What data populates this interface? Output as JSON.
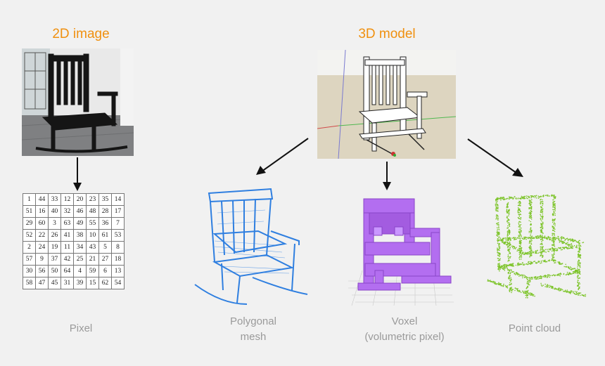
{
  "headings": {
    "image_2d": "2D image",
    "model_3d": "3D model"
  },
  "captions": {
    "pixel": "Pixel",
    "polygonal_mesh_line1": "Polygonal",
    "polygonal_mesh_line2": "mesh",
    "voxel_line1": "Voxel",
    "voxel_line2": "(volumetric pixel)",
    "point_cloud": "Point cloud"
  },
  "pixel_grid": [
    [
      "1",
      "44",
      "33",
      "12",
      "20",
      "23",
      "35",
      "14"
    ],
    [
      "51",
      "16",
      "40",
      "32",
      "46",
      "48",
      "28",
      "17"
    ],
    [
      "29",
      "60",
      "3",
      "63",
      "49",
      "55",
      "36",
      "7"
    ],
    [
      "52",
      "22",
      "26",
      "41",
      "38",
      "10",
      "61",
      "53"
    ],
    [
      "2",
      "24",
      "19",
      "11",
      "34",
      "43",
      "5",
      "8"
    ],
    [
      "57",
      "9",
      "37",
      "42",
      "25",
      "21",
      "27",
      "18"
    ],
    [
      "30",
      "56",
      "50",
      "64",
      "4",
      "59",
      "6",
      "13"
    ],
    [
      "58",
      "47",
      "45",
      "31",
      "39",
      "15",
      "62",
      "54"
    ]
  ],
  "colors": {
    "heading": "#f0900f",
    "caption": "#9a9a9a",
    "mesh": "#2f7fe0",
    "voxel": "#b36ef0",
    "point_cloud": "#7dc42a"
  }
}
